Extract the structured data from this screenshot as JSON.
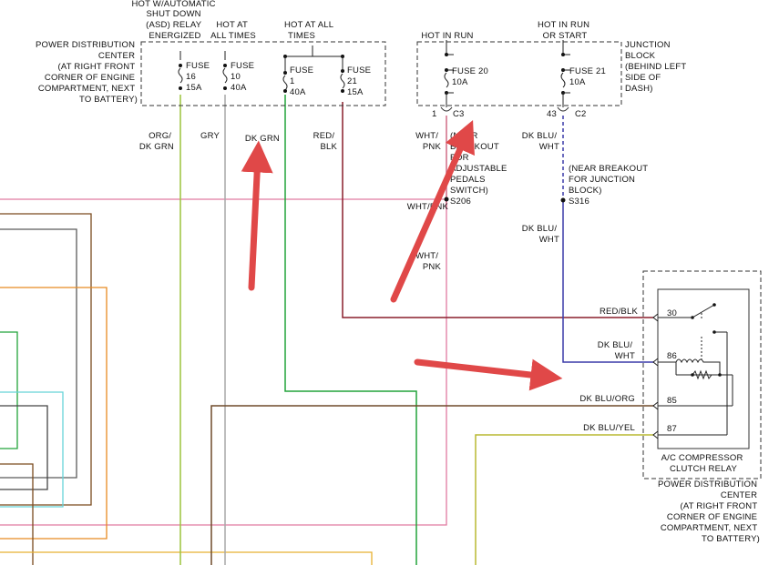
{
  "diagram": {
    "colors": {
      "org_dkgrn": "#9cc43c",
      "gry": "#a8a8a8",
      "dkgrn": "#22a33a",
      "redblk": "#8a1f2c",
      "whtpnk": "#d06a86",
      "dkbluwht": "#3a3aa8",
      "dkbluorg": "#6e4a2a",
      "dkbluyel": "#b8b830",
      "arrow": "#e04848",
      "orange": "#e88a20",
      "teal": "#66d4d8",
      "brown": "#7a4a1e"
    },
    "top_headers": {
      "asd": [
        "HOT W/AUTOMATIC",
        "SHUT DOWN",
        "(ASD) RELAY",
        "ENERGIZED"
      ],
      "hot_at_all_times_1": [
        "HOT AT",
        "ALL TIMES"
      ],
      "hot_at_all_times_2": [
        "HOT AT ALL",
        "TIMES"
      ],
      "hot_in_run": [
        "HOT IN RUN"
      ],
      "hot_in_run_or_start": [
        "HOT IN RUN",
        "OR START"
      ]
    },
    "pdc_label_top": [
      "POWER DISTRIBUTION",
      "CENTER",
      "(AT RIGHT FRONT",
      "CORNER OF ENGINE",
      "COMPARTMENT, NEXT",
      "TO BATTERY)"
    ],
    "junction_block_label": [
      "JUNCTION",
      "BLOCK",
      "(BEHIND LEFT",
      "SIDE OF",
      "DASH)"
    ],
    "fuses": {
      "f16": [
        "FUSE",
        "16",
        "15A"
      ],
      "f10": [
        "FUSE",
        "10",
        "40A"
      ],
      "f1": [
        "FUSE",
        "1",
        "40A"
      ],
      "f21a": [
        "FUSE",
        "21",
        "15A"
      ],
      "f20": [
        "FUSE 20",
        "10A"
      ],
      "f21b": [
        "FUSE 21",
        "10A"
      ]
    },
    "connectors": {
      "c3_pin": "1",
      "c3": "C3",
      "c2_pin": "43",
      "c2": "C2"
    },
    "wire_labels": {
      "org_dkgrn": [
        "ORG/",
        "DK GRN"
      ],
      "gry": [
        "GRY"
      ],
      "dkgrn": [
        "DK GRN"
      ],
      "redblk": [
        "RED/",
        "BLK"
      ],
      "whtpnk_top": [
        "WHT/",
        "PNK"
      ],
      "whtpnk_side": [
        "WHT/PNK"
      ],
      "whtpnk_mid": [
        "WHT/",
        "PNK"
      ],
      "dkbluwht_top": [
        "DK BLU/",
        "WHT"
      ],
      "dkbluwht_mid": [
        "DK BLU/",
        "WHT"
      ]
    },
    "splice_s206": {
      "note": [
        "(NEAR",
        "BREAKOUT",
        "FOR",
        "ADJUSTABLE",
        "PEDALS",
        "SWITCH)"
      ],
      "id": "S206"
    },
    "splice_s316": {
      "note": [
        "(NEAR BREAKOUT",
        "FOR JUNCTION",
        "BLOCK)"
      ],
      "id": "S316"
    },
    "relay": {
      "inputs": [
        {
          "wire": "RED/BLK",
          "pin": "30"
        },
        {
          "wire": [
            "DK BLU/",
            "WHT"
          ],
          "pin": "86"
        },
        {
          "wire": "DK BLU/ORG",
          "pin": "85"
        },
        {
          "wire": "DK BLU/YEL",
          "pin": "87"
        }
      ],
      "name": [
        "A/C COMPRESSOR",
        "CLUTCH RELAY"
      ]
    },
    "pdc_label_bottom": [
      "POWER DISTRIBUTION",
      "CENTER",
      "(AT RIGHT FRONT",
      "CORNER OF ENGINE",
      "COMPARTMENT, NEXT",
      "TO BATTERY)"
    ]
  }
}
